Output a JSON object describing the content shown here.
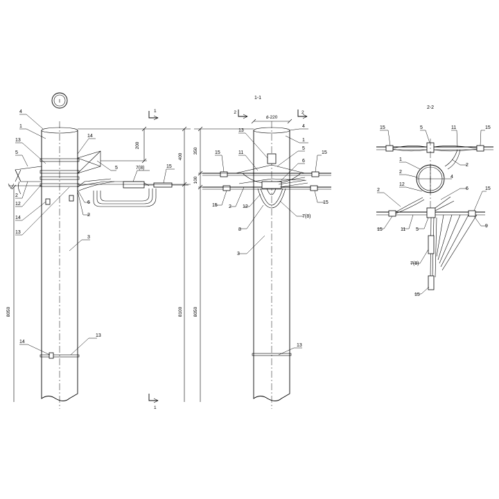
{
  "view_a": {
    "callout": "I",
    "labels": {
      "n1": "1",
      "n4": "4",
      "n13a": "13",
      "n5a": "5",
      "n2a": "2",
      "n12": "12",
      "n14a": "14",
      "n13b": "13",
      "n14b": "14",
      "n5b": "5",
      "n78": "7(8)",
      "n15": "15",
      "n6": "6",
      "n2b": "2",
      "n3": "3",
      "n14c": "14",
      "n13c": "13"
    },
    "section_marks": {
      "top": "1",
      "bottom": "1"
    },
    "dims": {
      "d200": "200",
      "d400": "400",
      "d8100": "8100",
      "d8050": "8050"
    }
  },
  "view_b": {
    "title": "1-1",
    "diameter": "d-220",
    "section_marks": {
      "left": "2",
      "right": "2"
    },
    "labels": {
      "n4": "4",
      "n1": "1",
      "n13": "13",
      "n11": "11",
      "n15a": "15",
      "n5": "5",
      "n6": "6",
      "n15b": "15",
      "n15c": "15",
      "n2": "2",
      "n12": "12",
      "n15d": "15",
      "n8": "8",
      "n78": "7(8)",
      "n3": "3",
      "n13b": "13"
    },
    "dims": {
      "d350": "350",
      "d100": "100",
      "d8050": "8050"
    }
  },
  "view_c": {
    "title": "2-2",
    "labels": {
      "n15a": "15",
      "n5a": "5",
      "n11a": "11",
      "n15b": "15",
      "n1": "1",
      "n2a": "2",
      "n4": "4",
      "n12": "12",
      "n6": "6",
      "n2b": "2",
      "n15c": "15",
      "n15d": "15",
      "n11b": "11",
      "n5b": "5",
      "n9": "9",
      "n78": "7(8)",
      "n15e": "15"
    }
  }
}
